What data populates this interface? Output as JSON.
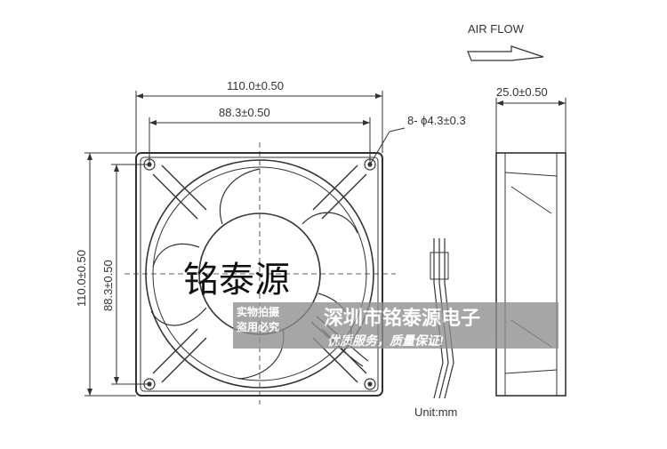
{
  "airflow": {
    "label": "AIR FLOW"
  },
  "dimensions": {
    "outer_width": "110.0±0.50",
    "hole_spacing_width": "88.3±0.50",
    "holes": "8- ϕ4.3±0.3",
    "depth": "25.0±0.50",
    "outer_height": "110.0±0.50",
    "hole_spacing_height": "88.3±0.50"
  },
  "unit": "Unit:mm",
  "overlay_text": "铭泰源",
  "watermark": {
    "small_line1": "实物拍摄",
    "small_line2": "盗用必究",
    "company": "深圳市铭泰源电子",
    "slogan": "优质服务，质量保证!"
  },
  "colors": {
    "line": "#333333",
    "watermark_bg": "#8e8e8e"
  }
}
